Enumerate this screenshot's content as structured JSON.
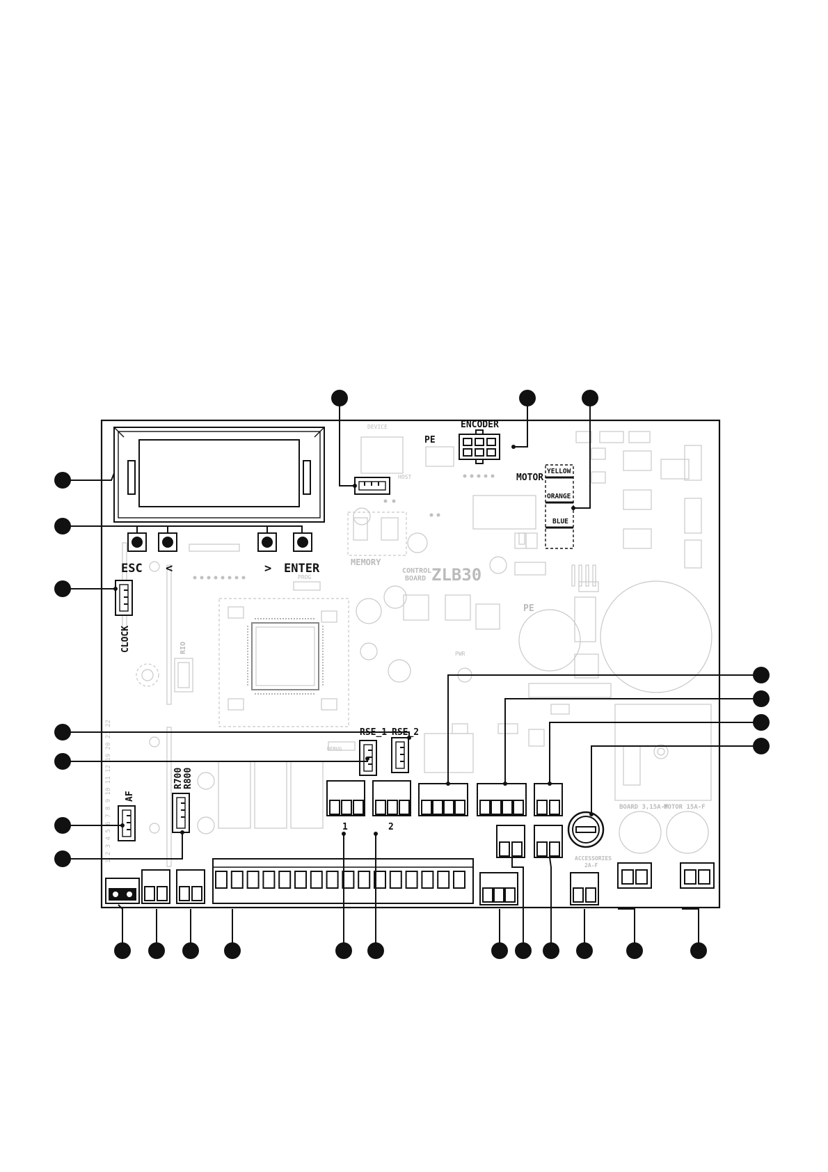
{
  "board": {
    "model": "ZLB30",
    "subtitle_line1": "CONTROL",
    "subtitle_line2": "BOARD"
  },
  "buttons": {
    "esc": "ESC",
    "left": "<",
    "right": ">",
    "enter": "ENTER"
  },
  "labels": {
    "encoder": "ENCODER",
    "motor": "MOTOR",
    "yellow": "YELLOW",
    "orange": "ORANGE",
    "blue": "BLUE",
    "pe_top": "PE",
    "pe_mid": "PE",
    "device": "DEVICE",
    "host": "HOST",
    "memory": "MEMORY",
    "clock": "CLOCK",
    "rio": "RIO",
    "prog": "PROG",
    "pwr": "PWR",
    "debug": "DEBUG",
    "rse1": "RSE_1",
    "rse2": "RSE_2",
    "af": "AF",
    "r700": "R700",
    "r800": "R800",
    "terminal_1": "1",
    "terminal_2": "2",
    "board_fuse": "BOARD 3,15A-F",
    "motor_fuse": "MOTOR 15A-F",
    "accessories_line1": "ACCESSORIES",
    "accessories_line2": "2A-F",
    "terminal_numbers": "1 2 3 4 5 6 7 8 9 10 11 12 19 20 21 22"
  },
  "colors": {
    "ink": "#111111",
    "ghost": "#c8c8c8",
    "background": "#ffffff"
  }
}
